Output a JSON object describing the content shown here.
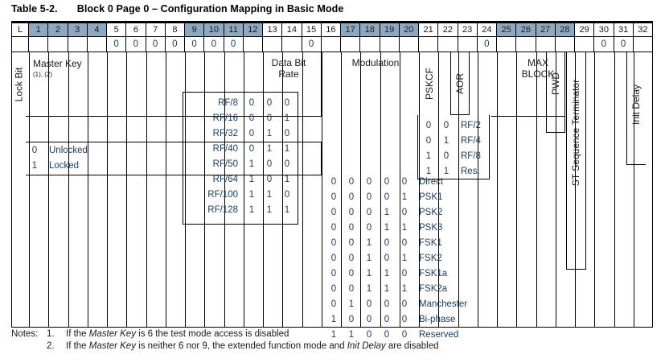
{
  "title": {
    "number": "Table 5-2.",
    "caption": "Block 0 Page 0 – Configuration Mapping in Basic Mode"
  },
  "colors": {
    "header_shade": "#8ea8c0",
    "text": "#1a1a1a",
    "value_text": "#1a3a5c",
    "rule": "#000000"
  },
  "bit_header": {
    "lock_label": "L",
    "numbers": [
      "1",
      "2",
      "3",
      "4",
      "5",
      "6",
      "7",
      "8",
      "9",
      "10",
      "11",
      "12",
      "13",
      "14",
      "15",
      "16",
      "17",
      "18",
      "19",
      "20",
      "21",
      "22",
      "23",
      "24",
      "25",
      "26",
      "27",
      "28",
      "29",
      "30",
      "31",
      "32"
    ],
    "shaded_groups": [
      [
        1,
        4
      ],
      [
        9,
        12
      ],
      [
        17,
        20
      ],
      [
        25,
        28
      ]
    ]
  },
  "bit_values": {
    "5": "0",
    "6": "0",
    "7": "0",
    "8": "0",
    "9": "0",
    "10": "0",
    "11": "0",
    "15": "0",
    "24": "0",
    "30": "0",
    "31": "0"
  },
  "fields": {
    "lock_bit": "Lock Bit",
    "master_key": "Master Key",
    "master_key_notes": "(1), (2)",
    "data_bit_rate_line1": "Data Bit",
    "data_bit_rate_line2": "Rate",
    "modulation": "Modulation",
    "pskcf": "PSKCF",
    "aor": "AOR",
    "max_block_line1": "MAX",
    "max_block_line2": "BLOCK",
    "pwd": "PWD",
    "st_sequence_terminator": "ST Sequence Terminator",
    "init_delay": "Init Delay"
  },
  "lock_bit_table": [
    {
      "bit": "0",
      "name": "Unlocked"
    },
    {
      "bit": "1",
      "name": "Locked"
    }
  ],
  "data_bit_rate_table": [
    {
      "name": "RF/8",
      "bits": [
        "0",
        "0",
        "0"
      ]
    },
    {
      "name": "RF/16",
      "bits": [
        "0",
        "0",
        "1"
      ]
    },
    {
      "name": "RF/32",
      "bits": [
        "0",
        "1",
        "0"
      ]
    },
    {
      "name": "RF/40",
      "bits": [
        "0",
        "1",
        "1"
      ]
    },
    {
      "name": "RF/50",
      "bits": [
        "1",
        "0",
        "0"
      ]
    },
    {
      "name": "RF/64",
      "bits": [
        "1",
        "0",
        "1"
      ]
    },
    {
      "name": "RF/100",
      "bits": [
        "1",
        "1",
        "0"
      ]
    },
    {
      "name": "RF/128",
      "bits": [
        "1",
        "1",
        "1"
      ]
    }
  ],
  "pskcf_table": [
    {
      "bits": [
        "0",
        "0"
      ],
      "name": "RF/2"
    },
    {
      "bits": [
        "0",
        "1"
      ],
      "name": "RF/4"
    },
    {
      "bits": [
        "1",
        "0"
      ],
      "name": "RF/8"
    },
    {
      "bits": [
        "1",
        "1"
      ],
      "name": "Res."
    }
  ],
  "modulation_table": [
    {
      "bits": [
        "0",
        "0",
        "0",
        "0",
        "0"
      ],
      "name": "Direct"
    },
    {
      "bits": [
        "0",
        "0",
        "0",
        "0",
        "1"
      ],
      "name": "PSK1"
    },
    {
      "bits": [
        "0",
        "0",
        "0",
        "1",
        "0"
      ],
      "name": "PSK2"
    },
    {
      "bits": [
        "0",
        "0",
        "0",
        "1",
        "1"
      ],
      "name": "PSK3"
    },
    {
      "bits": [
        "0",
        "0",
        "1",
        "0",
        "0"
      ],
      "name": "FSK1"
    },
    {
      "bits": [
        "0",
        "0",
        "1",
        "0",
        "1"
      ],
      "name": "FSK2"
    },
    {
      "bits": [
        "0",
        "0",
        "1",
        "1",
        "0"
      ],
      "name": "FSK1a"
    },
    {
      "bits": [
        "0",
        "0",
        "1",
        "1",
        "1"
      ],
      "name": "FSK2a"
    },
    {
      "bits": [
        "0",
        "1",
        "0",
        "0",
        "0"
      ],
      "name": "Manchester"
    },
    {
      "bits": [
        "1",
        "0",
        "0",
        "0",
        "0"
      ],
      "name": "Bi-phase"
    },
    {
      "bits": [
        "1",
        "1",
        "0",
        "0",
        "0"
      ],
      "name": "Reserved"
    }
  ],
  "notes": {
    "label": "Notes:",
    "items": [
      {
        "num": "1.",
        "pre": "If the ",
        "em1": "Master Key",
        "mid": " is 6 the test mode access is disabled",
        "em2": "",
        "post": ""
      },
      {
        "num": "2.",
        "pre": "If the ",
        "em1": "Master Key",
        "mid": " is neither 6 nor 9, the extended function mode and ",
        "em2": "Init Delay",
        "post": " are disabled"
      }
    ]
  }
}
